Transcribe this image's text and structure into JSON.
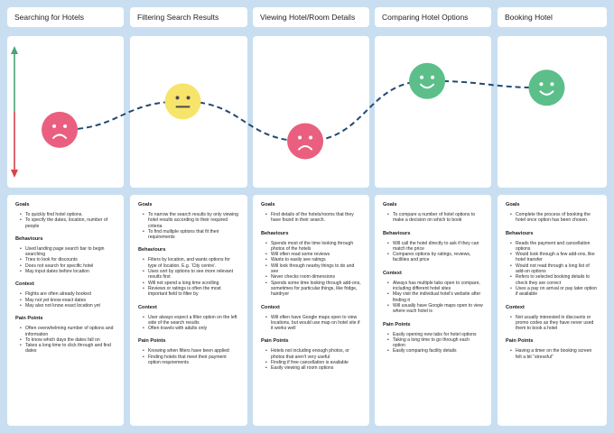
{
  "stages": [
    {
      "title": "Searching for Hotels",
      "emotion": "sad",
      "emotion_level": 0.35,
      "sections": [
        {
          "heading": "Goals",
          "items": [
            "To quickly find hotel options.",
            "To specify the dates, location, number of people"
          ]
        },
        {
          "heading": "Behaviours",
          "items": [
            "Used landing page search bar to begin searching",
            "Tries to look for discounts",
            "Does not search for specific hotel",
            "May input dates before location"
          ]
        },
        {
          "heading": "Context",
          "items": [
            "Flights are often already booked",
            "May not yet know exact dates",
            "May also not know exact location yet"
          ]
        },
        {
          "heading": "Pain Points",
          "items": [
            "Often overwhelming number of options and information",
            "To know which days the dates fall on",
            "Takes a long time to click through and find dates"
          ]
        }
      ]
    },
    {
      "title": "Filtering Search Results",
      "emotion": "neutral",
      "emotion_level": 0.6,
      "sections": [
        {
          "heading": "Goals",
          "items": [
            "To narrow the search results by only viewing hotel results according to their required criteria",
            "To find multiple options that fit their requirements"
          ]
        },
        {
          "heading": "Behaviours",
          "items": [
            "Filters by location, and wants options for type of location. E.g. ‘City centre’.",
            "Uses sort by options to see more relevant results first",
            "Will not spend a long time scrolling",
            "Reviews or ratings is often the most important field to filter by"
          ]
        },
        {
          "heading": "Context",
          "items": [
            "User always expect a filter option on the left side of the search results",
            "Often travels with adults only"
          ]
        },
        {
          "heading": "Pain Points",
          "items": [
            "Knowing when filters have been applied",
            "Finding hotels that meet their payment option requirements"
          ]
        }
      ]
    },
    {
      "title": "Viewing Hotel/Room Details",
      "emotion": "sad",
      "emotion_level": 0.25,
      "sections": [
        {
          "heading": "Goals",
          "items": [
            "Find details of the hotels/rooms that they have found in their search."
          ]
        },
        {
          "heading": "Behaviours",
          "items": [
            "Spends most of the time looking through photos of the hotels",
            "Will often read some reviews",
            "Wants to easily see ratings",
            "Will look through nearby things to do and see",
            "Never checks room dimensions",
            "Spends some time looking through add-ons, sometimes for particular things, like fridge, hairdryer"
          ]
        },
        {
          "heading": "Context",
          "items": [
            "Will often have Google maps open to view locations, but would use map on hotel site if it works well"
          ]
        },
        {
          "heading": "Pain Points",
          "items": [
            "Hotels not including enough photos, or photos that aren't very useful",
            "Finding if free cancellation is available",
            "Easily viewing all room options"
          ]
        }
      ]
    },
    {
      "title": "Comparing Hotel Options",
      "emotion": "happy",
      "emotion_level": 0.78,
      "sections": [
        {
          "heading": "Goals",
          "items": [
            "To compare a number of hotel options to make a decision on which to book"
          ]
        },
        {
          "heading": "Behaviours",
          "items": [
            "Will call the hotel directly to ask if they can match the price",
            "Compares options by ratings, reviews, facilities and price"
          ]
        },
        {
          "heading": "Context",
          "items": [
            "Always has multiple tabs open to compare, including different hotel sites",
            "May visit the individual hotel's website after finding it",
            "Will usually have Google maps open to view where each hotel is"
          ]
        },
        {
          "heading": "Pain Points",
          "items": [
            "Easily opening new tabs for hotel options",
            "Taking a long time to go through each option",
            "Easily comparing facility details"
          ]
        }
      ]
    },
    {
      "title": "Booking Hotel",
      "emotion": "happy",
      "emotion_level": 0.72,
      "sections": [
        {
          "heading": "Goals",
          "items": [
            "Complete the process of booking the hotel once option has been chosen."
          ]
        },
        {
          "heading": "Behaviours",
          "items": [
            "Reads the payment and cancellation options",
            "Would look through a few add-ons, like hotel transfer",
            "Would not read through a long list of add-on options",
            "Refers to selected booking details to check they are correct",
            "Uses a pay on arrival or pay later option if available"
          ]
        },
        {
          "heading": "Context",
          "items": [
            "Not usually interested in discounts or promo codes as they have never used them to book a hotel"
          ]
        },
        {
          "heading": "Pain Points",
          "items": [
            "Having a timer on the booking screen felt a bit “stressful”"
          ]
        }
      ]
    }
  ],
  "colors": {
    "background": "#c9dff1",
    "sad": "#ea5f7f",
    "neutral": "#f7e46a",
    "happy": "#5cbf8a",
    "line": "#234a73",
    "axis_up": "#4aa478",
    "axis_down": "#d9434d"
  }
}
